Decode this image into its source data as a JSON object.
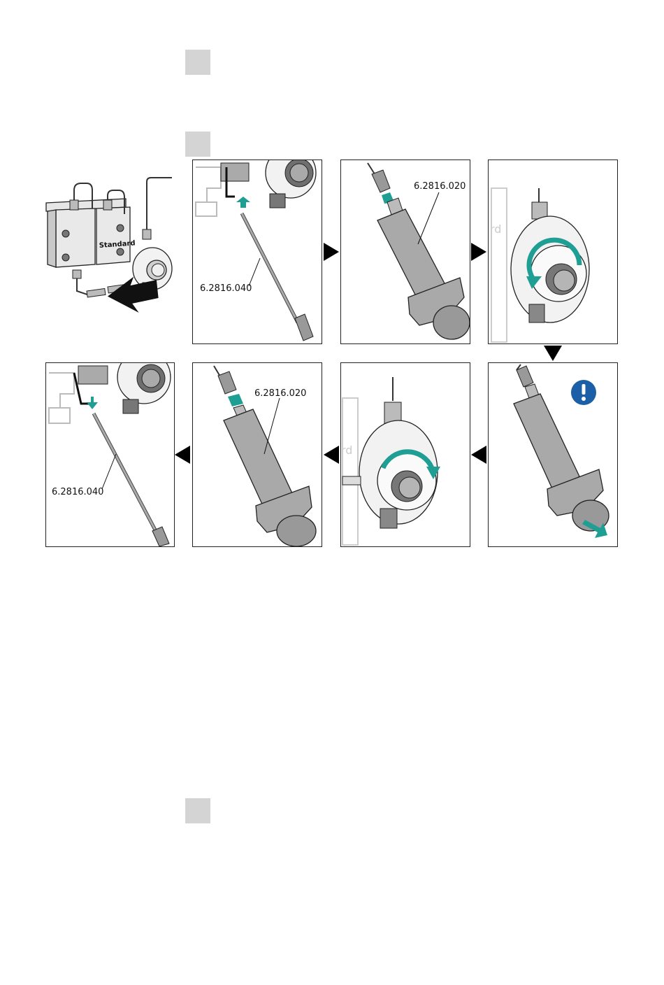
{
  "step_markers": [
    "",
    "",
    ""
  ],
  "device": {
    "block_label": "Standard"
  },
  "part_numbers": {
    "needle": "6.2816.040",
    "syringe": "6.2816.020"
  },
  "notice_icon": "exclamation-icon",
  "colors": {
    "accent": "#1f9e94",
    "notice": "#1b5fa6",
    "metal": "#a9a9a9",
    "metal_dark": "#6f6f6f"
  }
}
